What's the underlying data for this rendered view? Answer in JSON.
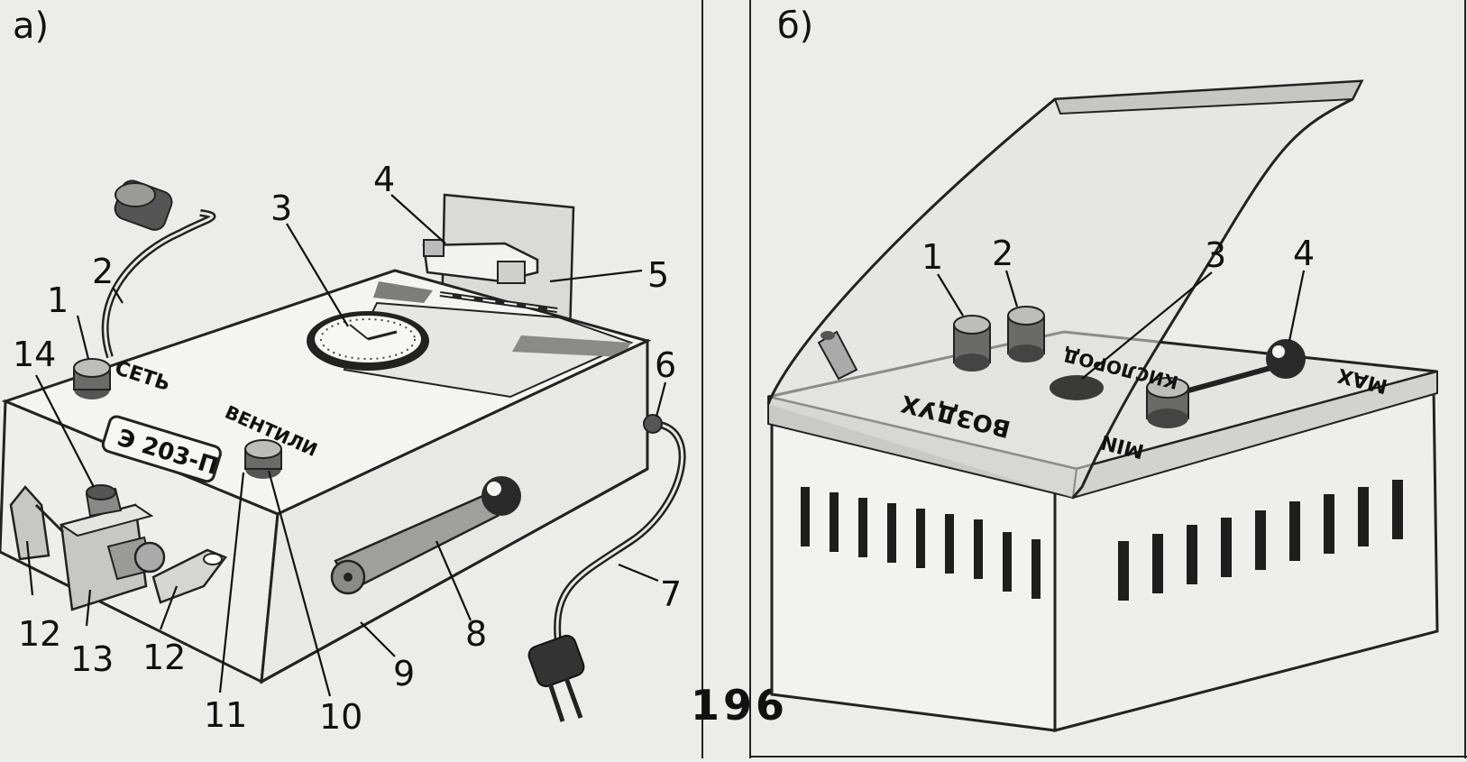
{
  "page_number": "196",
  "panel_a": {
    "label": "а)",
    "device_texts": {
      "model": "Э 203-П",
      "network": "СЕТЬ",
      "valves": "ВЕНТИЛИ"
    },
    "callouts": [
      "1",
      "2",
      "3",
      "4",
      "5",
      "6",
      "7",
      "8",
      "9",
      "10",
      "11",
      "12",
      "13",
      "14",
      "12"
    ]
  },
  "panel_b": {
    "label": "б)",
    "device_texts": {
      "air": "ВОЗДУХ",
      "oxygen": "КИСЛОРОД",
      "max": "MAX",
      "min": "MIN"
    },
    "callouts": [
      "1",
      "2",
      "3",
      "4"
    ]
  },
  "colors": {
    "ink": "#111111",
    "paper": "#ececea",
    "body": "#f4f4f2",
    "shade": "#b5b5b2",
    "dark": "#4a4a48"
  }
}
